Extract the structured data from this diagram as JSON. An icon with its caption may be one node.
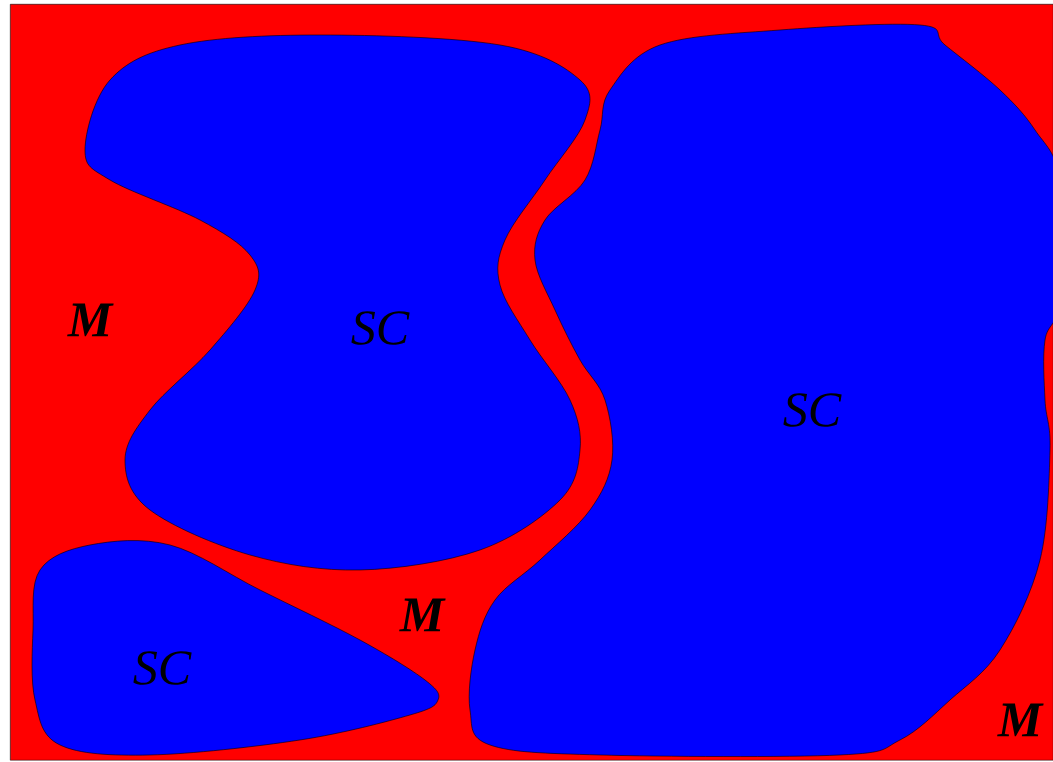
{
  "diagram": {
    "nodes": [
      {
        "text": [
          "M",
          "M",
          "M"
        ]
      },
      {
        "text": [
          "SC"
        ],
        "in": 0
      },
      {
        "text": [
          "SC"
        ],
        "in": 0
      },
      {
        "text": [
          "SC"
        ],
        "in": 0
      }
    ]
  }
}
